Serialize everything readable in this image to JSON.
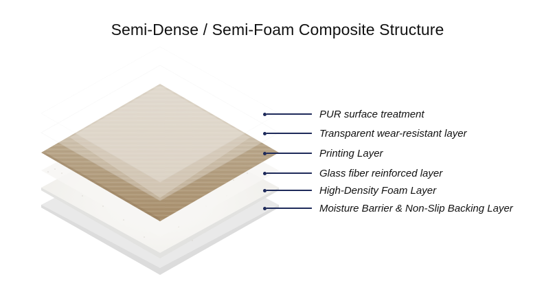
{
  "title": "Semi-Dense / Semi-Foam Composite Structure",
  "colors": {
    "callout_line": "#1e2a5a",
    "wood_outer": "#b09b7c",
    "wood_inner": "#c8bca9",
    "foam": "#f6f5f2",
    "backing": "#ececec"
  },
  "layers": [
    {
      "label": "PUR surface treatment",
      "material": "transparent-coating"
    },
    {
      "label": "Transparent wear-resistant layer",
      "material": "transparent-film"
    },
    {
      "label": "Printing Layer",
      "material": "wood-grain-print"
    },
    {
      "label": "Glass fiber reinforced layer",
      "material": "glass-fiber"
    },
    {
      "label": "High-Density Foam Layer",
      "material": "foam"
    },
    {
      "label": "Moisture Barrier & Non-Slip Backing Layer",
      "material": "backing"
    }
  ]
}
